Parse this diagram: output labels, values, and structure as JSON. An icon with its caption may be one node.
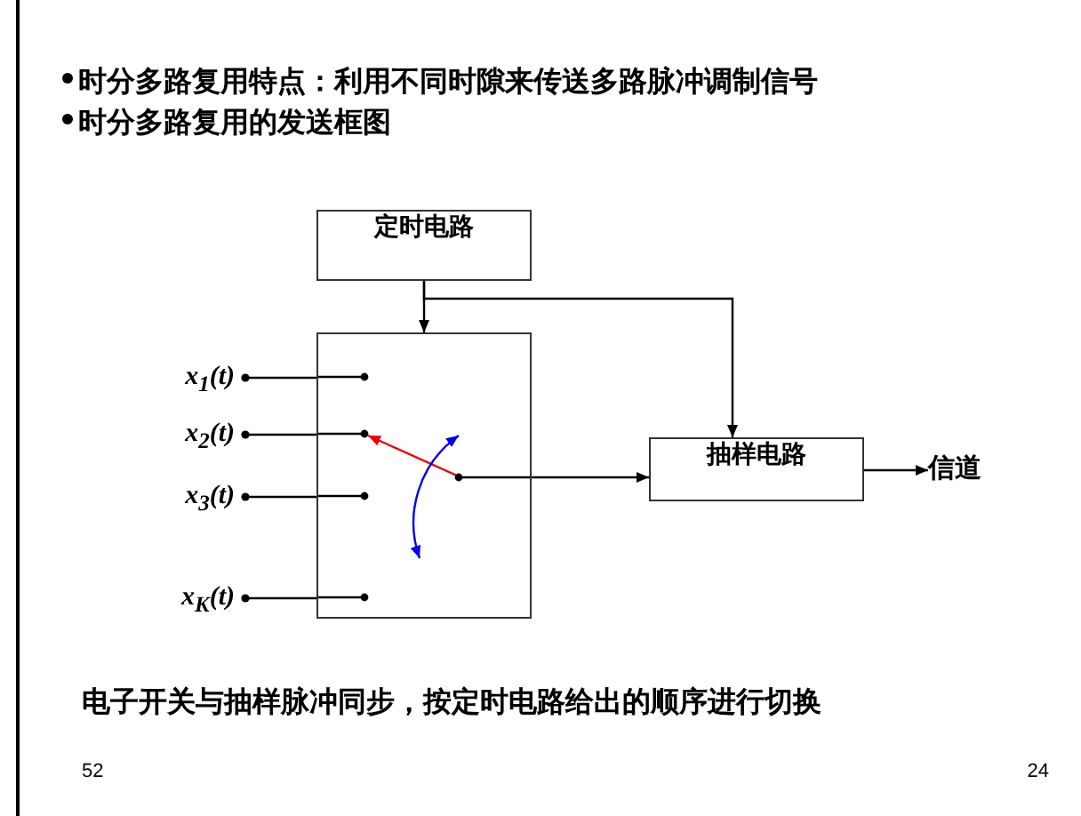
{
  "diagram": {
    "nodes": [
      {
        "text": [
          "定时电路"
        ]
      },
      {
        "text": [],
        "shape": "box"
      },
      {
        "text": [
          "抽样电路"
        ]
      },
      {
        "text": [
          "信道"
        ]
      },
      {
        "text": [
          "x$_{1}$(t)"
        ]
      },
      {
        "text": [
          "x$_{2}$(t)"
        ]
      },
      {
        "text": [
          "x$_{3}$(t)"
        ]
      },
      {
        "text": [
          "x$_{K}$(t)"
        ]
      }
    ],
    "edges": [
      {
        "from": 0,
        "to": 1,
        "arrow": "to"
      },
      {
        "from": 0,
        "to": 2,
        "arrow": "to"
      },
      {
        "from": 1,
        "to": 2,
        "arrow": "to"
      },
      {
        "from": 2,
        "to": 3,
        "arrow": "to"
      },
      {
        "from": 4,
        "to": 1,
        "arrow": "other"
      },
      {
        "from": 5,
        "to": 1,
        "arrow": "other"
      },
      {
        "from": 6,
        "to": 1,
        "arrow": "other"
      },
      {
        "from": 7,
        "to": 1,
        "arrow": "other"
      }
    ],
    "labels": [
      "时分多路复用特点：利用不同时隙来传送多路脉冲调制信号",
      "时分多路复用的发送框图",
      "电子开关与抽样脉冲同步，按定时电路给出的顺序进行切换",
      "52",
      "24"
    ]
  }
}
